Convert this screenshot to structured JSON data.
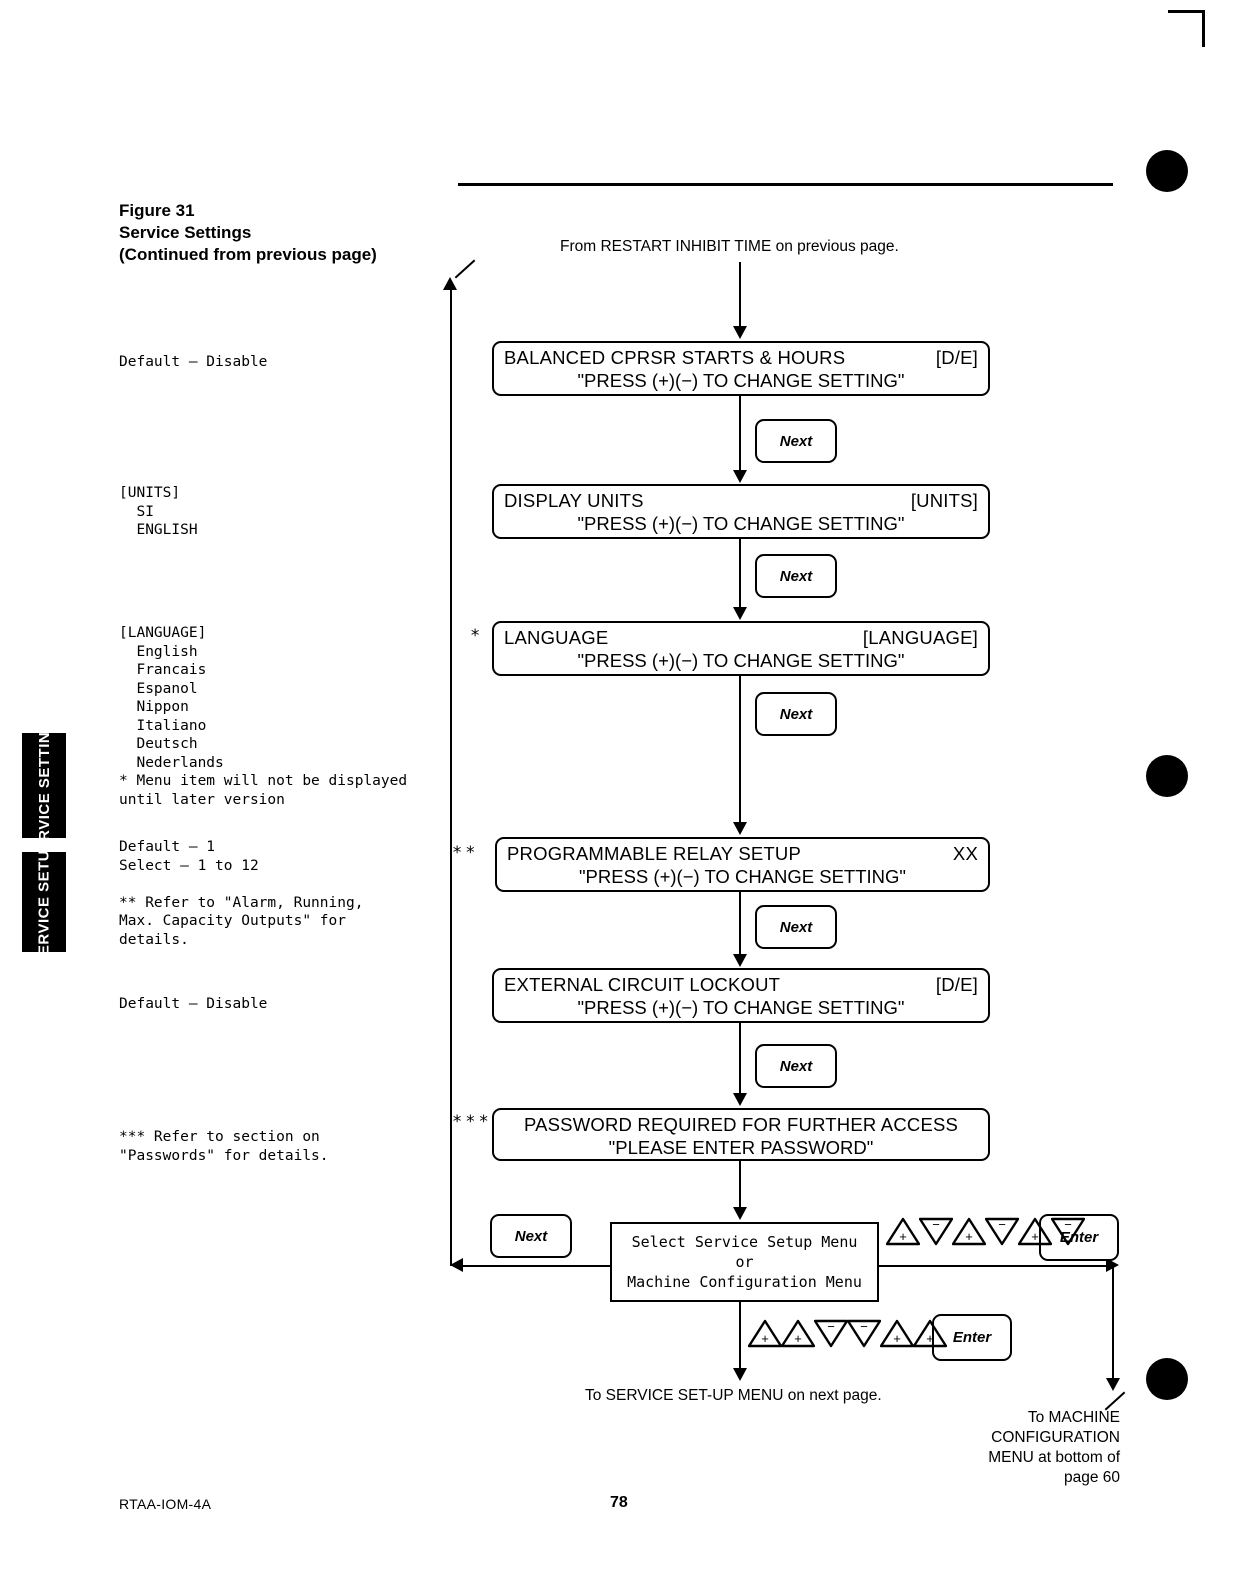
{
  "page": {
    "figure_heading": "Figure 31\nService Settings\n(Continued from previous page)",
    "footer_doc": "RTAA-IOM-4A",
    "footer_page": "78"
  },
  "side_tabs": [
    {
      "label": "SERVICE\nSETTINGS"
    },
    {
      "label": "SERVICE\nSETUP"
    }
  ],
  "notes": {
    "default_balanced": "Default — Disable",
    "units": "[UNITS]\n  SI\n  ENGLISH",
    "language": "[LANGUAGE]\n  English\n  Francais\n  Espanol\n  Nippon\n  Italiano\n  Deutsch\n  Nederlands\n* Menu item will not be displayed\nuntil later version",
    "relay": "Default — 1\nSelect — 1 to 12\n\n** Refer to \"Alarm, Running,\nMax. Capacity Outputs\" for\ndetails.",
    "default_external": "Default — Disable",
    "password": "*** Refer to section on\n\"Passwords\" for details."
  },
  "captions": {
    "from_previous": "From RESTART INHIBIT TIME on previous page.",
    "to_service_setup": "To SERVICE SET-UP MENU on next page.",
    "to_machine_config": "To MACHINE\nCONFIGURATION\nMENU at bottom of\npage 60"
  },
  "flow": {
    "boxes": [
      {
        "name": "balanced",
        "title": "BALANCED CPRSR STARTS & HOURS",
        "value": "[D/E]",
        "subtitle": "\"PRESS (+)(−) TO CHANGE SETTING\"",
        "marker": ""
      },
      {
        "name": "display-units",
        "title": "DISPLAY UNITS",
        "value": "[UNITS]",
        "subtitle": "\"PRESS (+)(−) TO CHANGE SETTING\"",
        "marker": ""
      },
      {
        "name": "language",
        "title": "LANGUAGE",
        "value": "[LANGUAGE]",
        "subtitle": "\"PRESS (+)(−) TO CHANGE SETTING\"",
        "marker": "*"
      },
      {
        "name": "programmable-relay",
        "title": "PROGRAMMABLE RELAY SETUP",
        "value": "XX",
        "subtitle": "\"PRESS (+)(−) TO CHANGE SETTING\"",
        "marker": "**"
      },
      {
        "name": "external-lockout",
        "title": "EXTERNAL CIRCUIT LOCKOUT",
        "value": "[D/E]",
        "subtitle": "\"PRESS (+)(−) TO CHANGE SETTING\"",
        "marker": ""
      },
      {
        "name": "password",
        "title": "PASSWORD REQUIRED FOR FURTHER ACCESS",
        "value": "",
        "subtitle": "\"PLEASE ENTER PASSWORD\"",
        "marker": "***"
      }
    ],
    "select_box": {
      "line1": "Select Service Setup Menu",
      "line2": "or",
      "line3": "Machine Configuration Menu"
    },
    "next_label": "Next",
    "enter_label": "Enter",
    "key_sequence_top": [
      "up",
      "down",
      "up",
      "down",
      "up",
      "down"
    ],
    "key_sequence_bottom": [
      "up",
      "up",
      "down",
      "down",
      "up",
      "up"
    ],
    "key_plus": "+",
    "key_minus": "−"
  }
}
